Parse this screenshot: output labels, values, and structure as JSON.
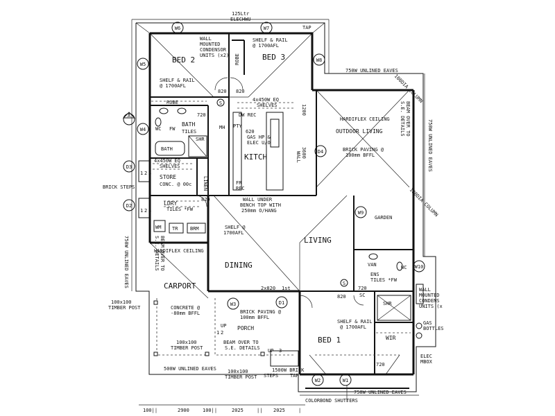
{
  "rooms": {
    "bed2": "BED 2",
    "bed3": "BED 3",
    "bath": "BATH",
    "store": "STORE",
    "kitch": "KITCH",
    "ldry": "LDRY",
    "living": "LIVING",
    "dining": "DINING",
    "carport": "CARPORT",
    "porch": "PORCH",
    "bed1": "BED 1",
    "wir": "WIR",
    "garden": "GARDEN",
    "outdoor": "OUTDOOR LIVING",
    "ens": "ENS",
    "shr": "SHR",
    "wc": "WC",
    "robe": "ROBE"
  },
  "notes": {
    "ellec": "125Ltr",
    "ellec2": "ELECHWU",
    "tap_top": "TAP",
    "wall_mounted_1": "WALL",
    "wall_mounted_2": "MOUNTED",
    "wall_mounted_3": "CONDENSOR",
    "wall_mounted_4": "UNITS (x2)",
    "shelf_bed3_1": "SHELF & RAIL",
    "shelf_bed3_2": "@ 1700AFL",
    "shelf_bed2_1": "SHELF & RAIL",
    "shelf_bed2_2": "@ 1700AFL",
    "eaves_top": "750W UNLINED EAVES",
    "eaves_right": "750W UNLINED EAVES",
    "eaves_left": "750W UNLINED EAVES",
    "eaves_bottom_left": "500W UNLINED EAVES",
    "eaves_bottom_right": "750W UNLINED EAVES",
    "shelves_kitch_1": "4x450W EQ",
    "shelves_kitch_2": "SHELVES",
    "shelves_store_1": "4x450W EQ",
    "shelves_store_2": "SHELVES",
    "hardiflex_outdoor": "HARDIFLEX CEILING",
    "hardiflex_carport": "HARDIFLEX CEILING",
    "brick_paving_outdoor_1": "BRICK PAVING @",
    "brick_paving_outdoor_2": "100mm BFFL",
    "brick_paving_porch_1": "BRICK PAVING @",
    "brick_paving_porch_2": "100mm BFFL",
    "beam_right_1": "BEAM OVER TO",
    "beam_right_2": "S.E. DETAILS",
    "beam_left_1": "BEAM OVER TO",
    "beam_left_2": "S.E. DETAILS",
    "beam_porch_1": "BEAM OVER TO",
    "beam_porch_2": "S.E. DETAILS",
    "fw_tiles_bath": "FW",
    "bath_tiles": "TILES",
    "mh": "MH",
    "dw_rec": "DW REC",
    "pty": "PTY",
    "gas_hp_1": "GAS HP &",
    "gas_hp_2": "ELEC U/O",
    "fr_rec_1": "FR",
    "fr_rec_2": "REC",
    "conc": "CONC. @ 00c",
    "linen": "LINEN",
    "brick_steps_left": "BRICK STEPS",
    "ldry_tiles": "TILES *FW",
    "wall_under_1": "WALL UNDER",
    "wall_under_2": "BENCH TOP WITH",
    "wall_under_3": "250mm O/HANG",
    "shelf_1700_1": "SHELF @",
    "shelf_1700_2": "1700AFL",
    "wm": "WM",
    "tr": "TR",
    "brm": "BRM",
    "concrete_1": "CONCRETE @",
    "concrete_2": "-80mm BFFL",
    "timber_left_1": "100x100",
    "timber_left_2": "TIMBER POST",
    "timber_mid_1": "100x100",
    "timber_mid_2": "TIMBER POST",
    "timber_porch_1": "100x100",
    "timber_porch_2": "TIMBER POST",
    "van": "VAN",
    "ens_tiles": "TILES *FW",
    "gas_bottles_1": "GAS",
    "gas_bottles_2": "BOTTLES",
    "wall_mounted_r1": "WALL",
    "wall_mounted_r2": "MOUNTED",
    "wall_mounted_r3": "CONDENS",
    "wall_mounted_r4": "UNITS (x",
    "shelf_bed1_1": "SHELF & RAIL",
    "shelf_bed1_2": "@ 1700AFL",
    "elec_mbox_1": "ELEC",
    "elec_mbox_2": "MBOX",
    "brick_steps_bottom_1": "1500W BRICK",
    "brick_steps_bottom_2": "STEPS",
    "tap_bottom": "TAP",
    "colorbond": "COLORBOND SHUTTERS",
    "wall_label": "WALL",
    "dim_1200": "1200",
    "dim_3600": "3600",
    "sc": "SC",
    "first": "1st",
    "chimney_right": "100DIA COLUMN",
    "chimney_right_top": "100DIA COLUMN",
    "up1": "UP",
    "up2": "UP",
    "wc_bath": "WC",
    "fw_bath": "FW"
  },
  "dims": {
    "d820_a": "820",
    "d820_b": "820",
    "d720_a": "720",
    "d620": "620",
    "d820_c": "820",
    "d2x820": "2x820",
    "d820_d": "820",
    "d720_b": "720",
    "d720_c": "720",
    "b1": "100||",
    "b2": "2900",
    "b3": "100||",
    "b4": "2025",
    "b5": "||",
    "b6": "2025",
    "b7": "|"
  },
  "windows": {
    "w6": "W6",
    "w7": "W7",
    "w5": "W5",
    "w8": "W8",
    "w4": "W4",
    "d3": "D3",
    "d2": "D2",
    "d4": "D4",
    "w9": "W9",
    "w10": "W10",
    "w3": "W3",
    "d1": "D1",
    "w2": "W2",
    "w1": "W1",
    "a": "A",
    "s": "S"
  },
  "steps": {
    "s1": "1",
    "s2": "2",
    "s3": "3"
  }
}
